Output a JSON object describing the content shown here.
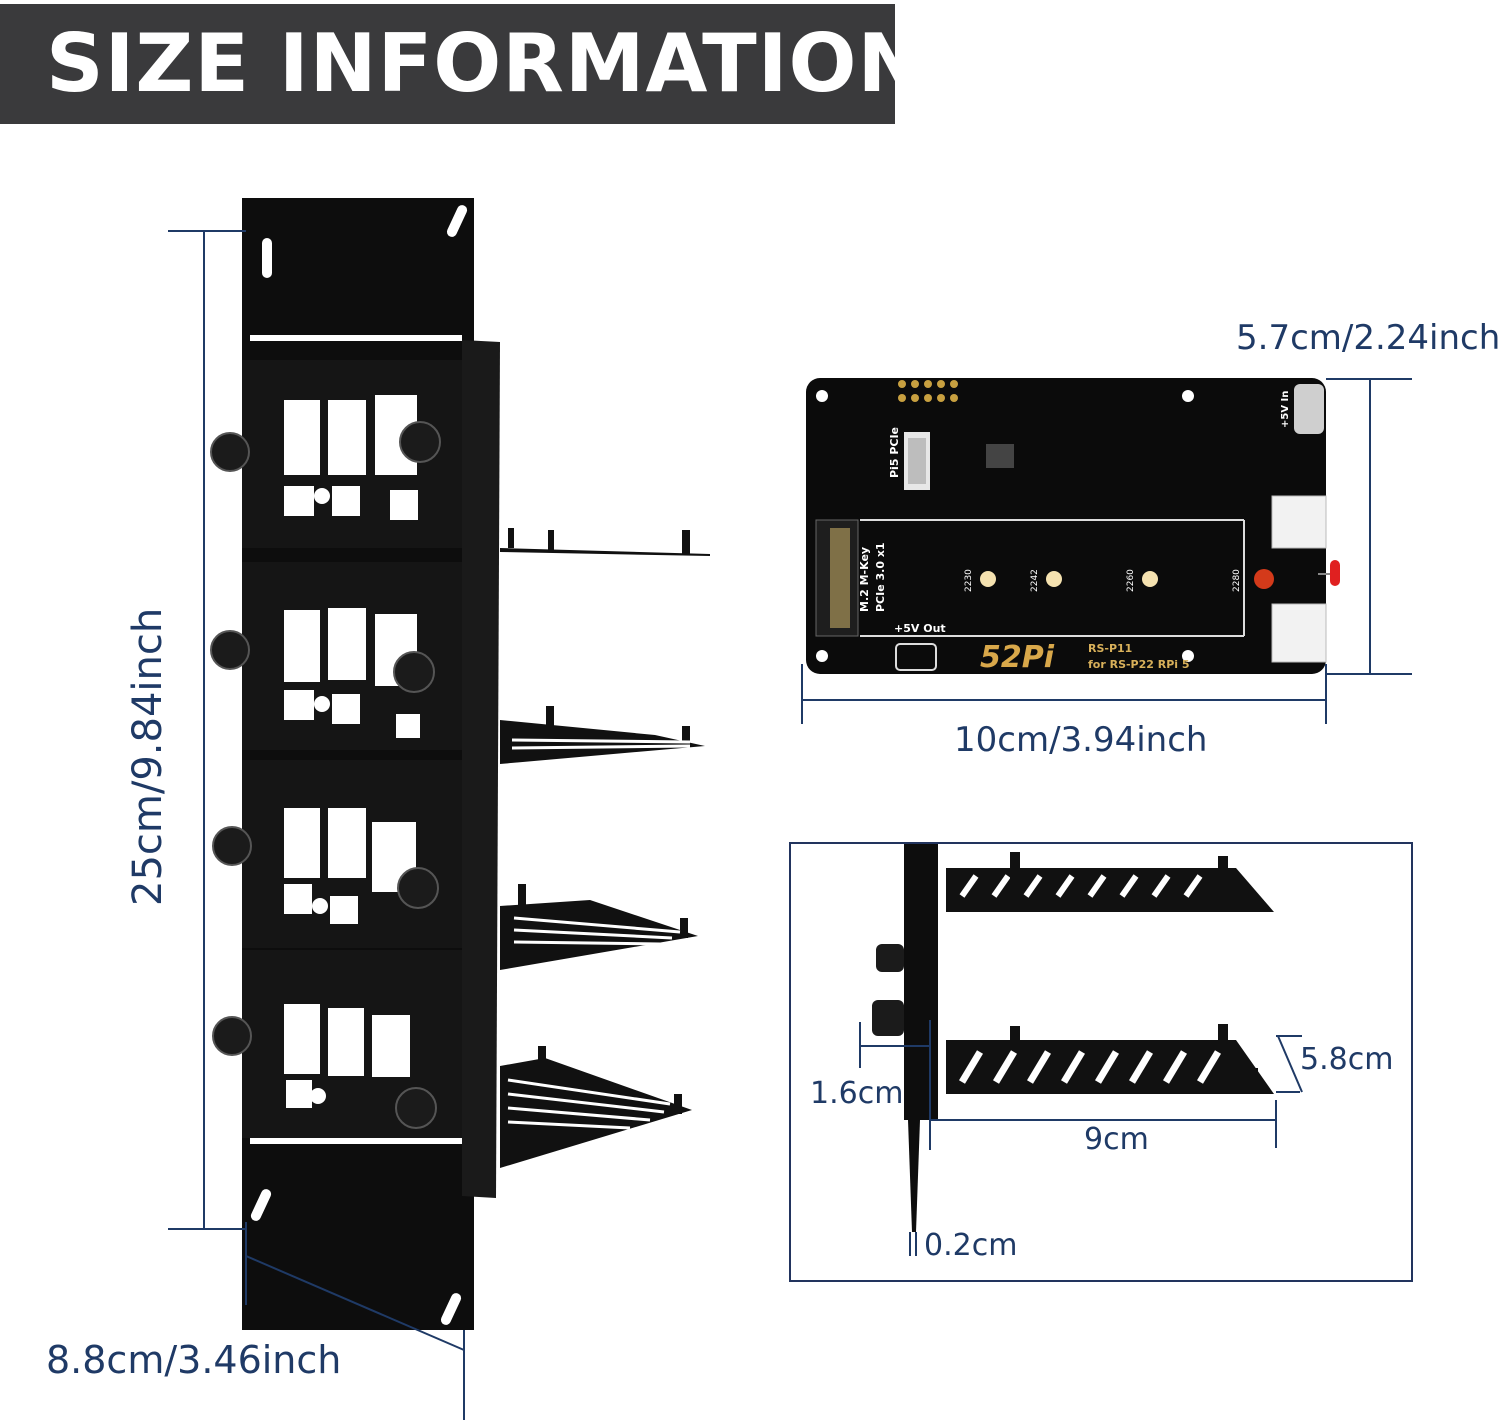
{
  "header": {
    "title": "SIZE INFORMATION"
  },
  "dimensions": {
    "rack_height": "25cm/9.84inch",
    "rack_width": "8.8cm/3.46inch",
    "board_height": "5.7cm/2.24inch",
    "board_width": "10cm/3.94inch",
    "panel_offset": "1.6cm",
    "tray_depth": "5.8cm",
    "tray_length": "9cm",
    "plate_thickness": "0.2cm"
  },
  "board": {
    "brand": "52Pi",
    "model": "RS-P11",
    "compat": "for RS-P22 RPi 5",
    "m2_label": "M.2 M-Key",
    "pcie_label": "PCIe 3.0 x1",
    "pi5_label": "Pi5 PCIe",
    "power_out": "+5V Out",
    "power_in": "+5V In",
    "size_2230": "2230",
    "size_2242": "2242",
    "size_2260": "2260",
    "size_2280": "2280"
  },
  "colors": {
    "dimension_line": "#1f3a66",
    "banner": "#3a3a3c",
    "metal": "#111111",
    "board_gold": "#d8b05a"
  }
}
